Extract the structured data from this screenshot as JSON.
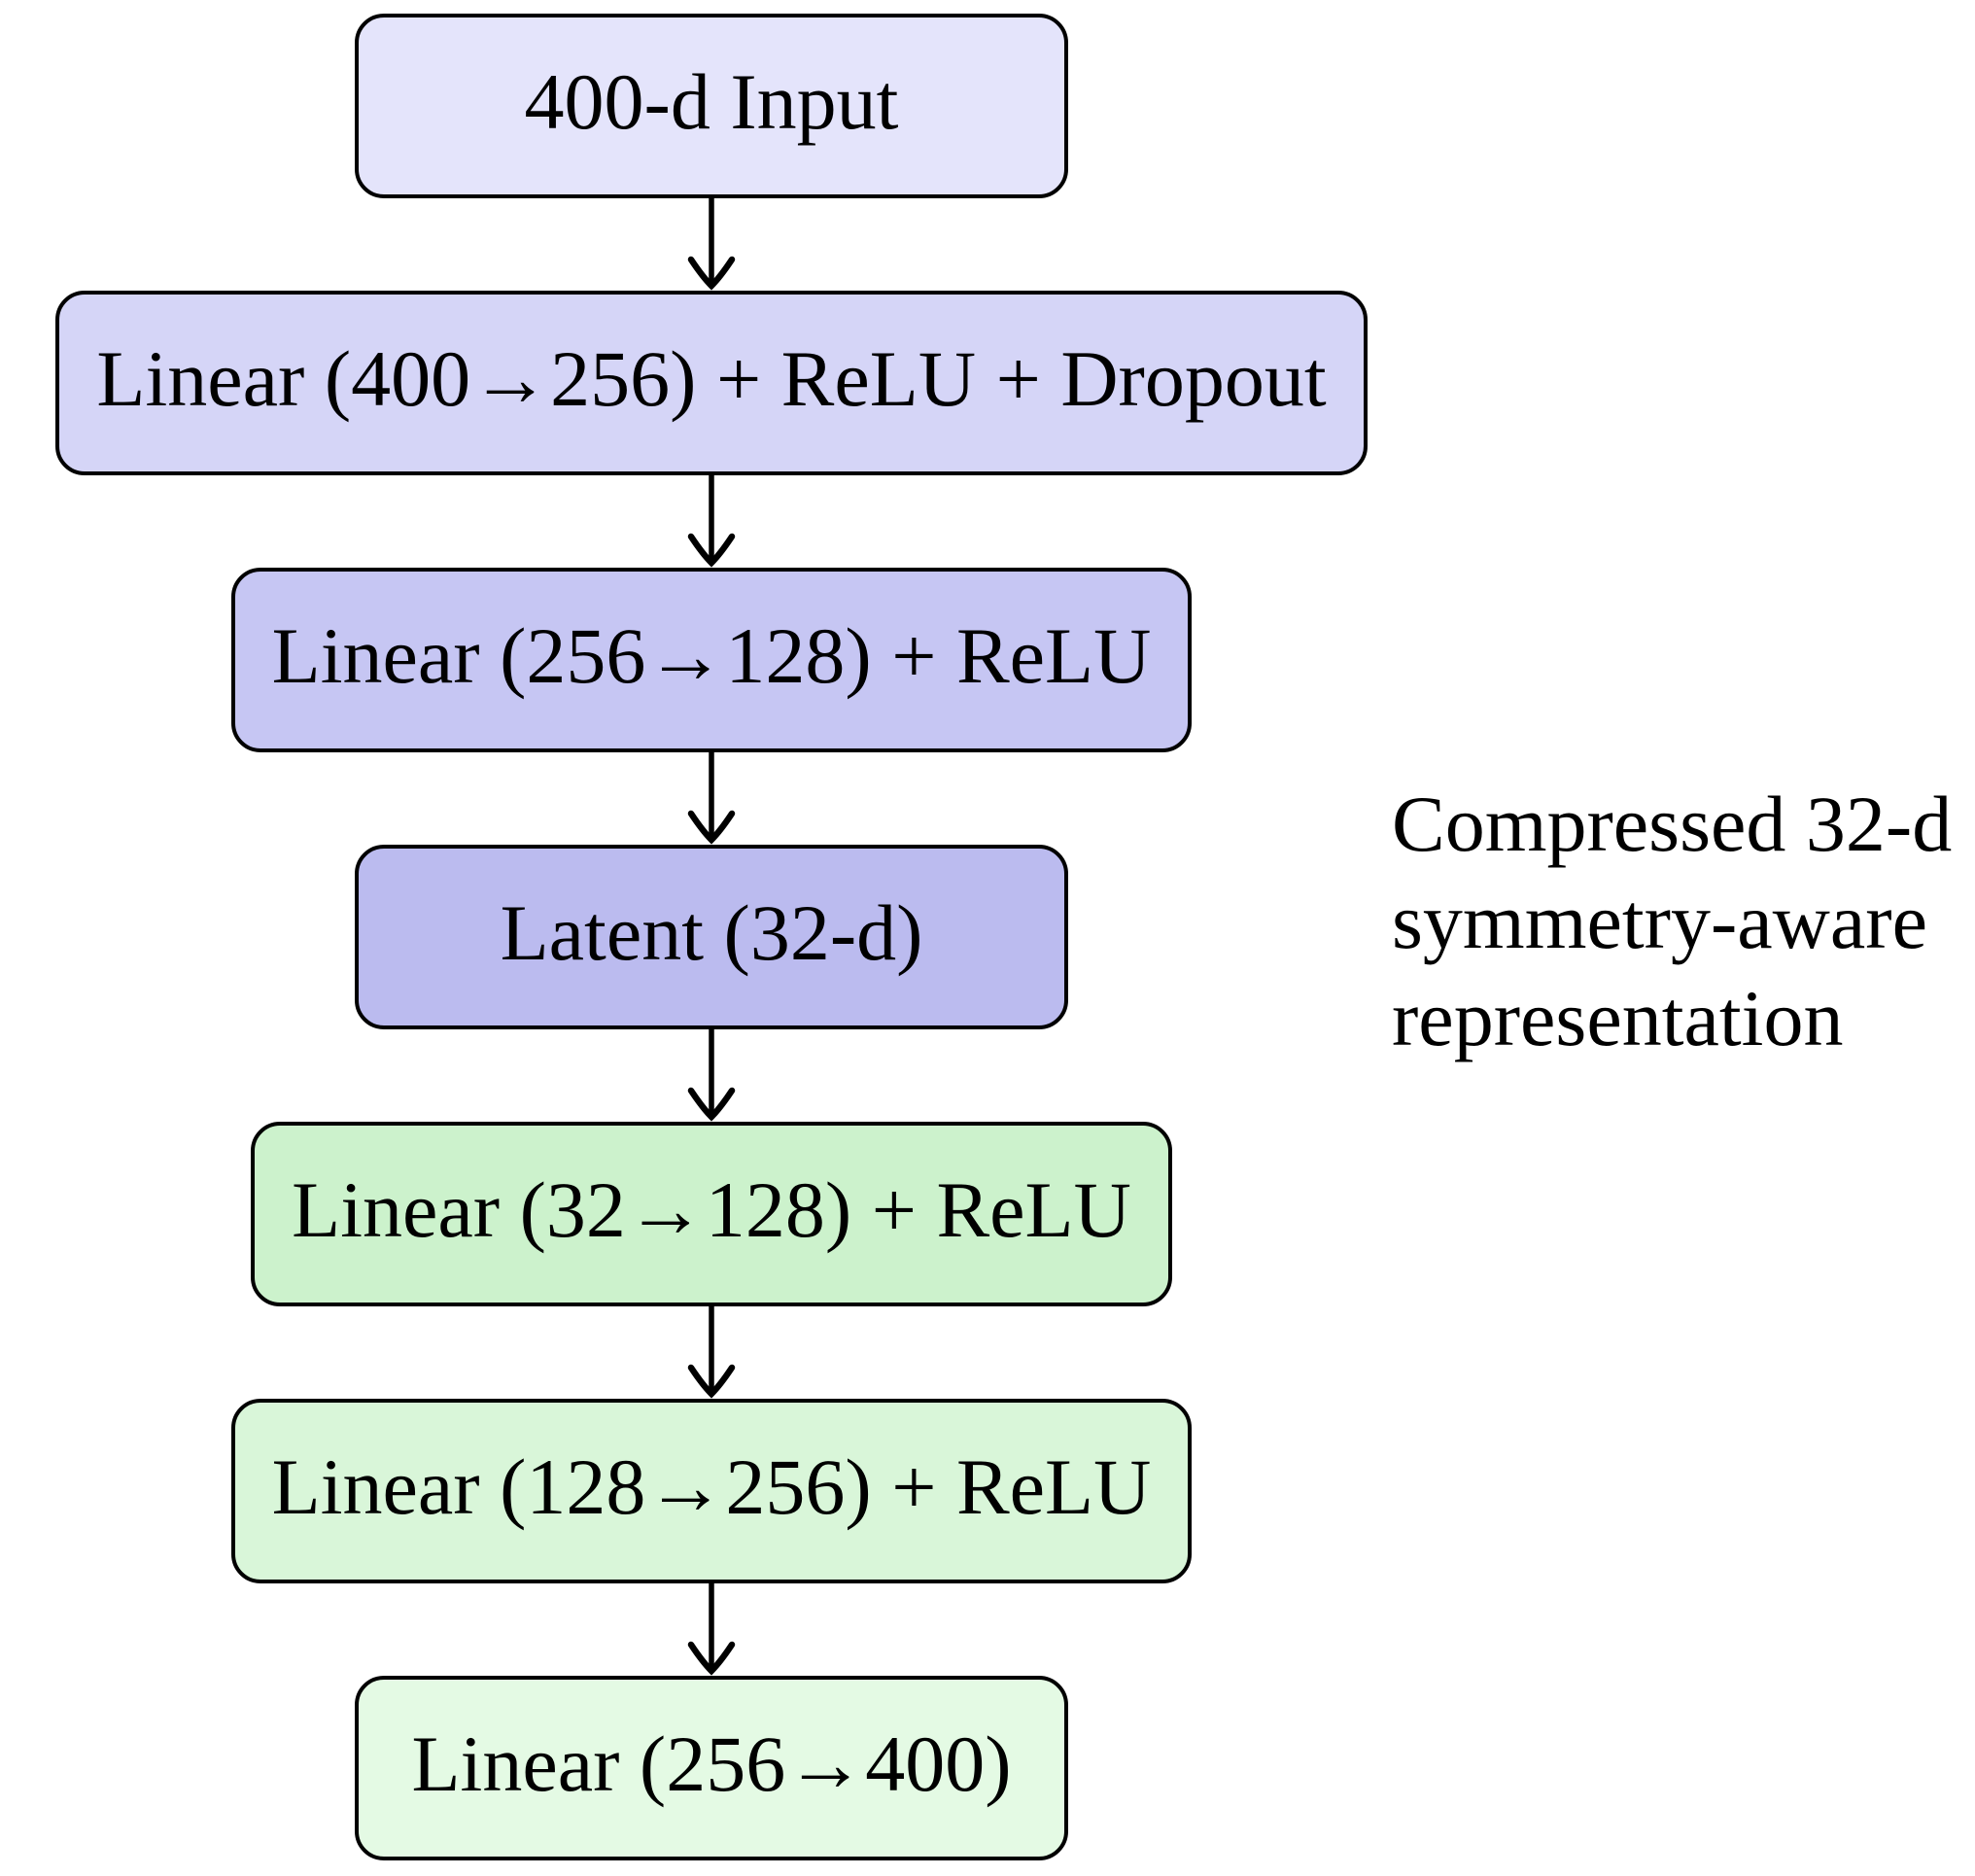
{
  "diagram": {
    "kind": "flowchart",
    "description": "Autoencoder architecture: encoder, latent bottleneck, decoder",
    "boxes": [
      {
        "id": "input",
        "label": "400-d Input",
        "fill": "#e4e4fb"
      },
      {
        "id": "enc1",
        "label": "Linear (400→256) + ReLU + Dropout",
        "fill": "#d5d5f7"
      },
      {
        "id": "enc2",
        "label": "Linear (256→128) + ReLU",
        "fill": "#c6c6f3"
      },
      {
        "id": "latent",
        "label": "Latent (32-d)",
        "fill": "#bbbbef"
      },
      {
        "id": "dec1",
        "label": "Linear (32→128) + ReLU",
        "fill": "#ccf2cc"
      },
      {
        "id": "dec2",
        "label": "Linear (128→256) + ReLU",
        "fill": "#d9f6d9"
      },
      {
        "id": "output",
        "label": "Linear (256→400)",
        "fill": "#e4fae4"
      }
    ],
    "edges": [
      {
        "from": "input",
        "to": "enc1"
      },
      {
        "from": "enc1",
        "to": "enc2"
      },
      {
        "from": "enc2",
        "to": "latent"
      },
      {
        "from": "latent",
        "to": "dec1"
      },
      {
        "from": "dec1",
        "to": "dec2"
      },
      {
        "from": "dec2",
        "to": "output"
      }
    ],
    "side_note": "Compressed 32-d\nsymmetry-aware\nrepresentation",
    "colors": {
      "background": "#ffffff",
      "box_border": "#000000",
      "arrow": "#000000",
      "text": "#000000"
    }
  }
}
